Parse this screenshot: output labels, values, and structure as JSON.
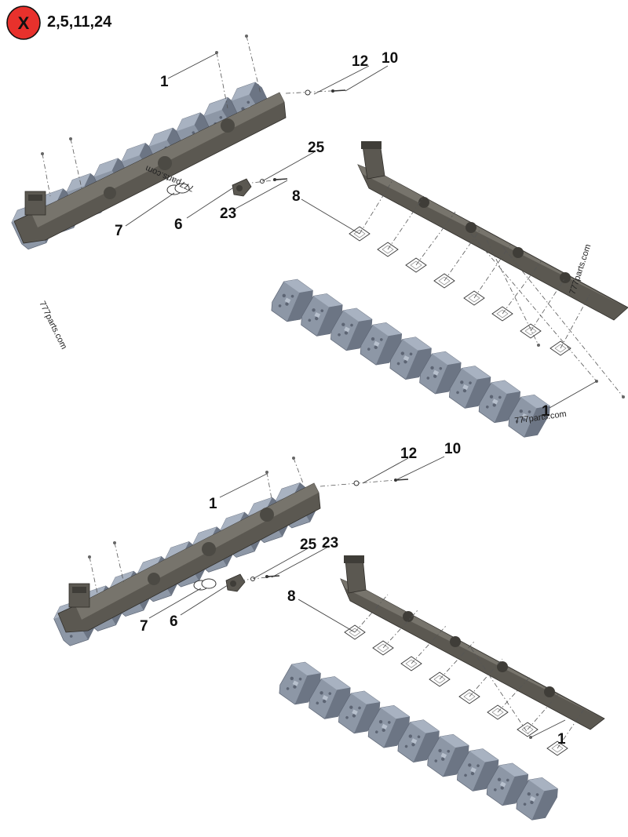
{
  "legend": {
    "icon": "x-circle-icon",
    "icon_color": "#e8312c",
    "icon_letter": "X",
    "text": "2,5,11,24"
  },
  "colors": {
    "block": "#8d97a6",
    "block_light": "#a8b2c1",
    "block_dark": "#6c7584",
    "manifold": "#5b5851",
    "manifold_light": "#77746c",
    "manifold_dark": "#3f3d38"
  },
  "watermarks": [
    "777parts.com",
    "777parts.com",
    "777parts.com",
    "777parts.com"
  ],
  "callouts_top": {
    "c1a": "1",
    "c12": "12",
    "c10": "10",
    "c25": "25",
    "c8": "8",
    "c7": "7",
    "c6": "6",
    "c23": "23",
    "c1b": "1"
  },
  "callouts_bottom": {
    "c1a": "1",
    "c12": "12",
    "c10": "10",
    "c25": "25",
    "c23": "23",
    "c8": "8",
    "c7": "7",
    "c6": "6",
    "c1b": "1"
  }
}
